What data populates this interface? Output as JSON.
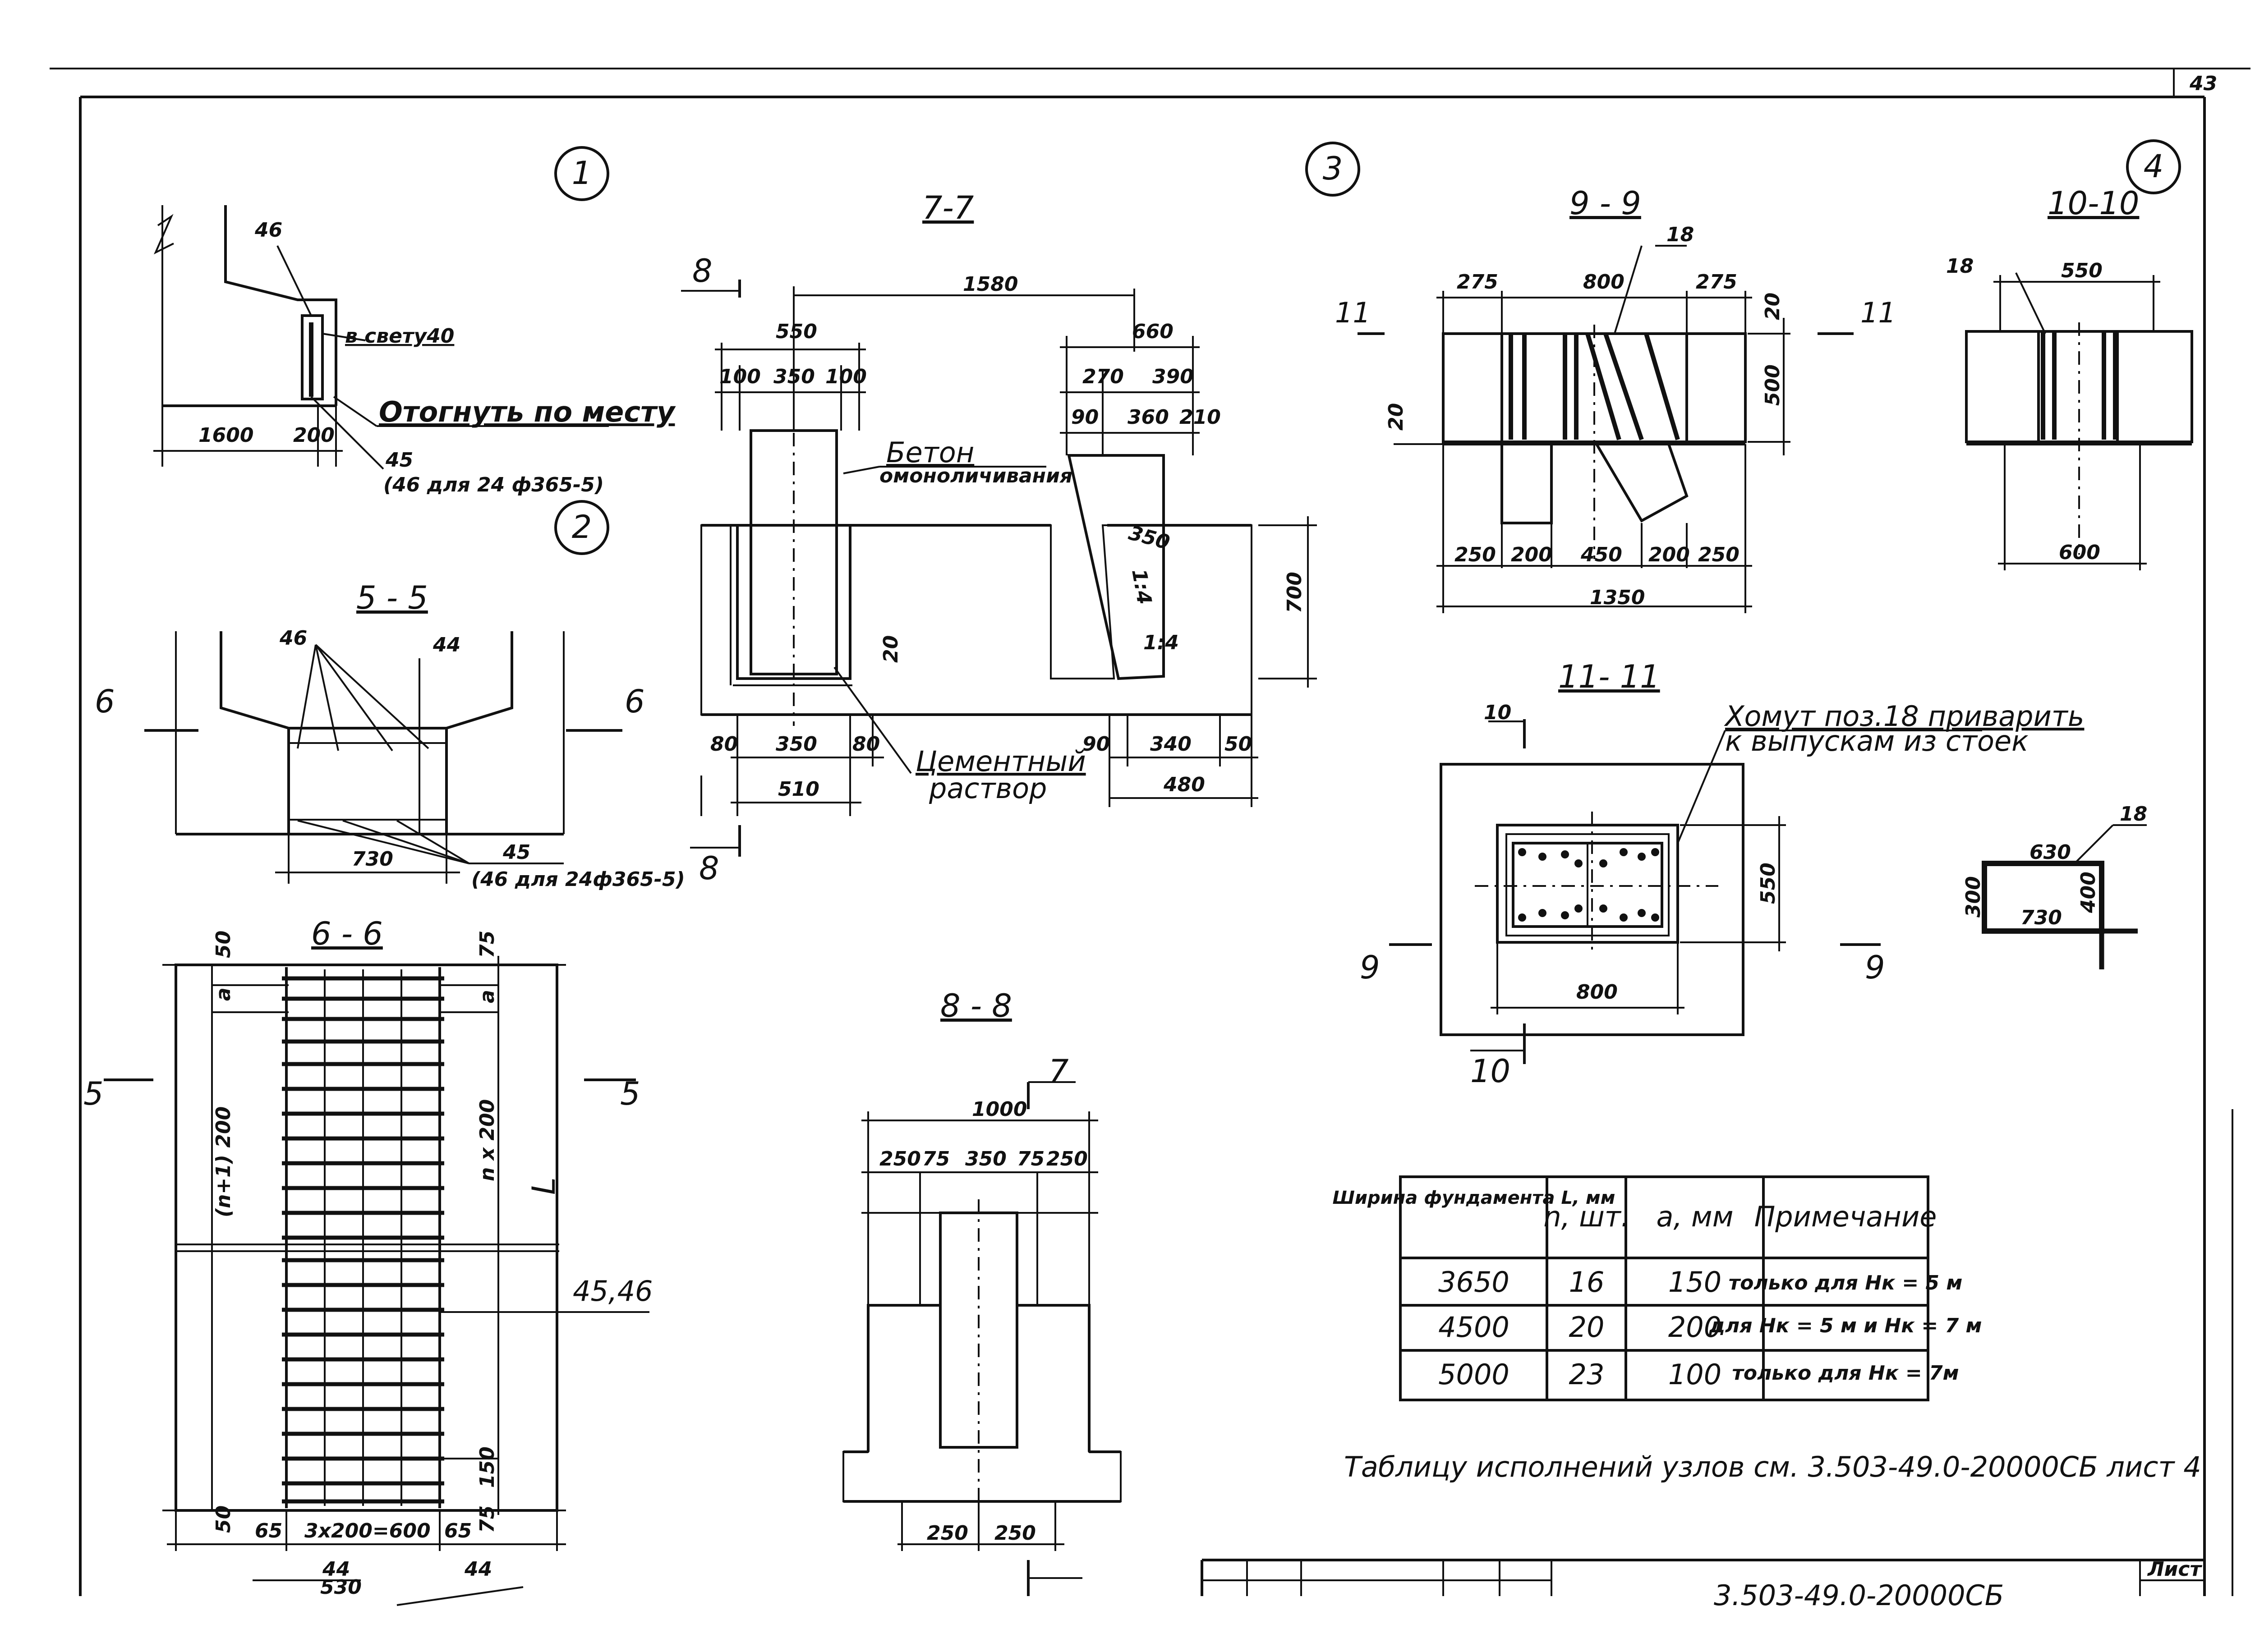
{
  "sheet": {
    "page_number": "43",
    "footer_note": "Таблицу исполнений узлов см. 3.503-49.0-20000СБ лист 4",
    "title_block_code": "3.503-49.0-20000СБ",
    "title_block_sheet": "Лист"
  },
  "node_markers": [
    "1",
    "2",
    "3",
    "4"
  ],
  "node1": {
    "mark46": "46",
    "clear_gap": "в свету40",
    "bend_note": "Отогнуть по месту",
    "mark45": "45",
    "mark45_note": "(46 для 24 ф365-5)",
    "dims": [
      "1600",
      "200"
    ]
  },
  "section_5_5": {
    "title": "5 - 5",
    "mark46": "46",
    "mark44": "44",
    "cut_marks": [
      "6",
      "6"
    ],
    "mark45": "45",
    "mark45_note": "(46 для 24ф365-5)",
    "width": "730"
  },
  "section_6_6": {
    "title": "6 - 6",
    "left_dims": [
      "50",
      "a",
      "(n+1) 200",
      "50"
    ],
    "right_dims": [
      "75",
      "a",
      "n x 200",
      "L",
      "150",
      "75"
    ],
    "bottom_dims": [
      "65",
      "3x200=600",
      "65"
    ],
    "bottom_total": "530",
    "cut_marks": [
      "5",
      "5"
    ],
    "mark_4546": "45,46",
    "mark44": [
      "44",
      "44"
    ]
  },
  "section_7_7": {
    "title": "7-7",
    "cut_marks": [
      "8",
      "8"
    ],
    "top_dim": "1580",
    "left_dims": [
      "550",
      "100",
      "350",
      "100"
    ],
    "right_dims": [
      "660",
      "270",
      "390",
      "90",
      "360",
      "210",
      "350"
    ],
    "slope_labels": [
      "1:4",
      "1:4"
    ],
    "concrete_label_1": "Бетон",
    "concrete_label_2": "омоноличивания",
    "cement_label_1": "Цементный",
    "cement_label_2": "раствор",
    "height": "700",
    "gap": "20",
    "bottom_left": [
      "80",
      "350",
      "80",
      "510"
    ],
    "bottom_right": [
      "90",
      "340",
      "50",
      "480"
    ]
  },
  "section_8_8": {
    "title": "8 - 8",
    "cut_mark": "7",
    "top_dims": [
      "1000",
      "250",
      "75",
      "350",
      "75",
      "250"
    ],
    "bottom_dims": [
      "250",
      "250"
    ]
  },
  "section_9_9": {
    "title": "9 - 9",
    "mark": "18",
    "top_dims": [
      "275",
      "800",
      "275"
    ],
    "side_dims": [
      "20",
      "500",
      "20"
    ],
    "cut_marks": [
      "11",
      "11"
    ],
    "bottom_dims": [
      "250",
      "200",
      "450",
      "200",
      "250"
    ],
    "total": "1350"
  },
  "section_10_10": {
    "title": "10-10",
    "mark": "18",
    "top": "550",
    "bottom": "600"
  },
  "section_11_11": {
    "title": "11- 11",
    "cut_marks": [
      "10",
      "10",
      "9",
      "9"
    ],
    "note_1": "Хомут поз.18 приварить",
    "note_2": "к выпускам из стоек",
    "height": "550",
    "width": "800"
  },
  "stirrup_18": {
    "mark": "18",
    "top": "630",
    "bottom": "730",
    "left": "300",
    "right": "400"
  },
  "table": {
    "headers": [
      "Ширина фундамента L, мм",
      "n, шт.",
      "a, мм",
      "Примечание"
    ],
    "rows": [
      [
        "3650",
        "16",
        "150",
        "только для Hк = 5 м"
      ],
      [
        "4500",
        "20",
        "200",
        "для Hк = 5 м и Hк = 7 м"
      ],
      [
        "5000",
        "23",
        "100",
        "только для Hк = 7м"
      ]
    ]
  }
}
